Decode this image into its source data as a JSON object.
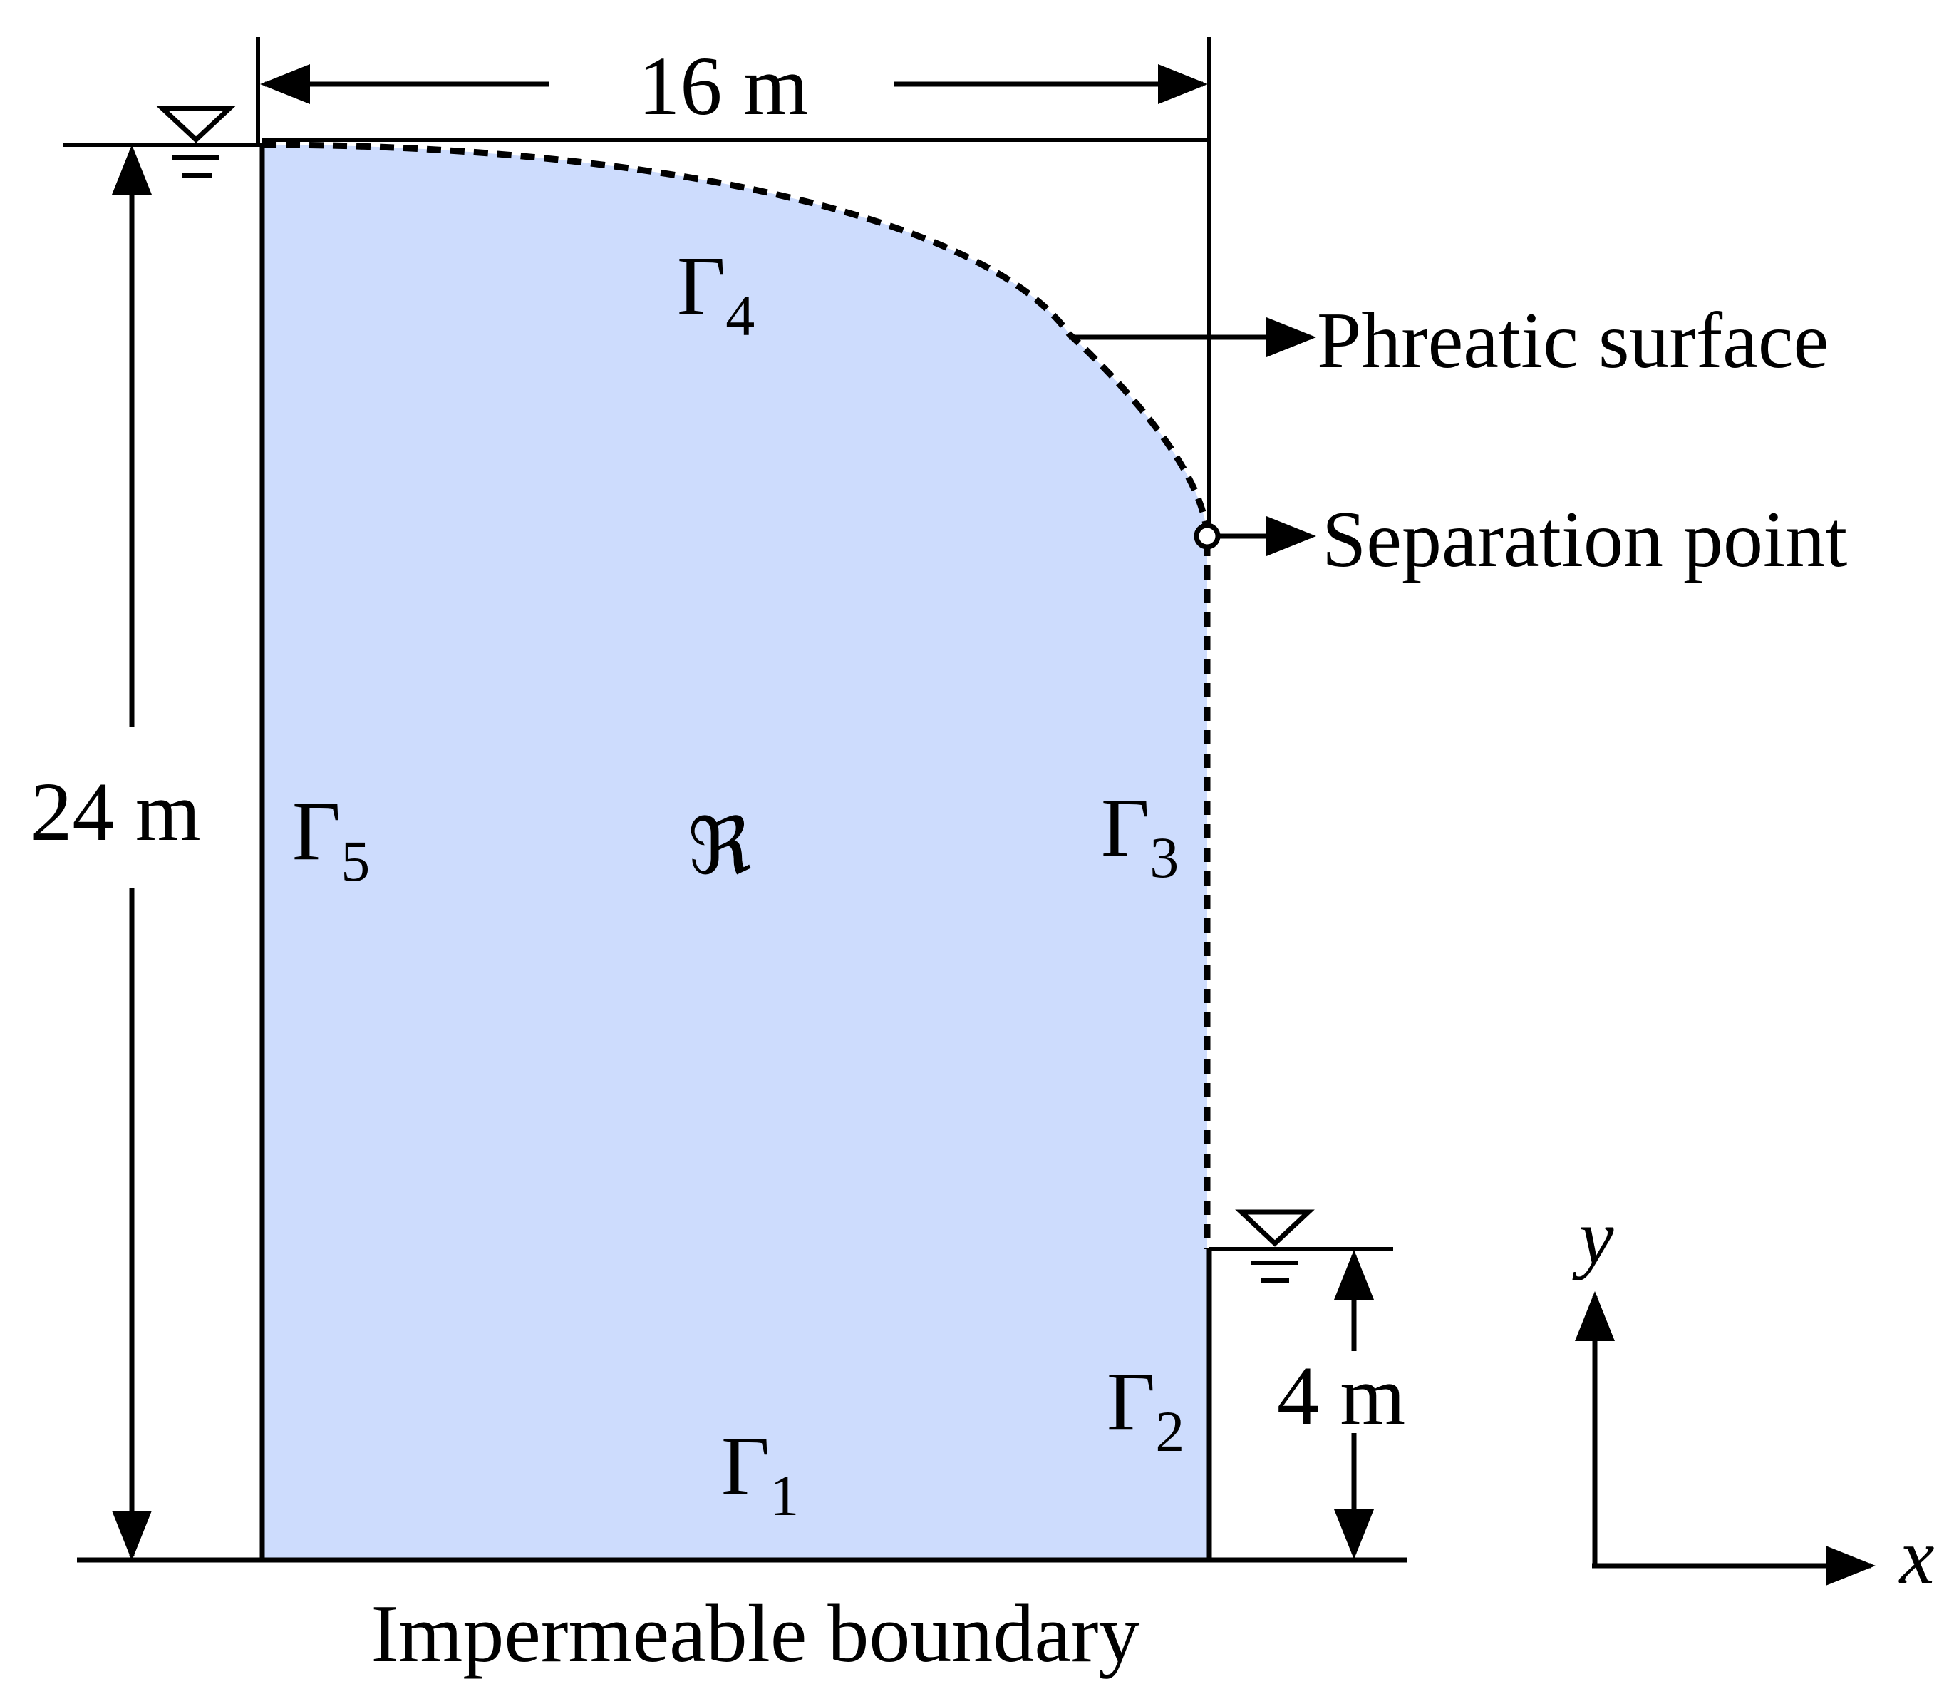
{
  "dimensions": {
    "width_label": "16 m",
    "height_label": "24 m",
    "tailwater_label": "4 m"
  },
  "boundaries": {
    "gamma1": {
      "symbol": "Γ",
      "subscript": "1"
    },
    "gamma2": {
      "symbol": "Γ",
      "subscript": "2"
    },
    "gamma3": {
      "symbol": "Γ",
      "subscript": "3"
    },
    "gamma4": {
      "symbol": "Γ",
      "subscript": "4"
    },
    "gamma5": {
      "symbol": "Γ",
      "subscript": "5"
    }
  },
  "region_symbol": "ℜ",
  "callouts": {
    "phreatic": "Phreatic surface",
    "separation": "Separation point"
  },
  "bottom_label": "Impermeable boundary",
  "axes": {
    "x": "x",
    "y": "y"
  },
  "colors": {
    "domain_fill": "#cddcfd",
    "line": "#000000",
    "background": "#ffffff"
  }
}
